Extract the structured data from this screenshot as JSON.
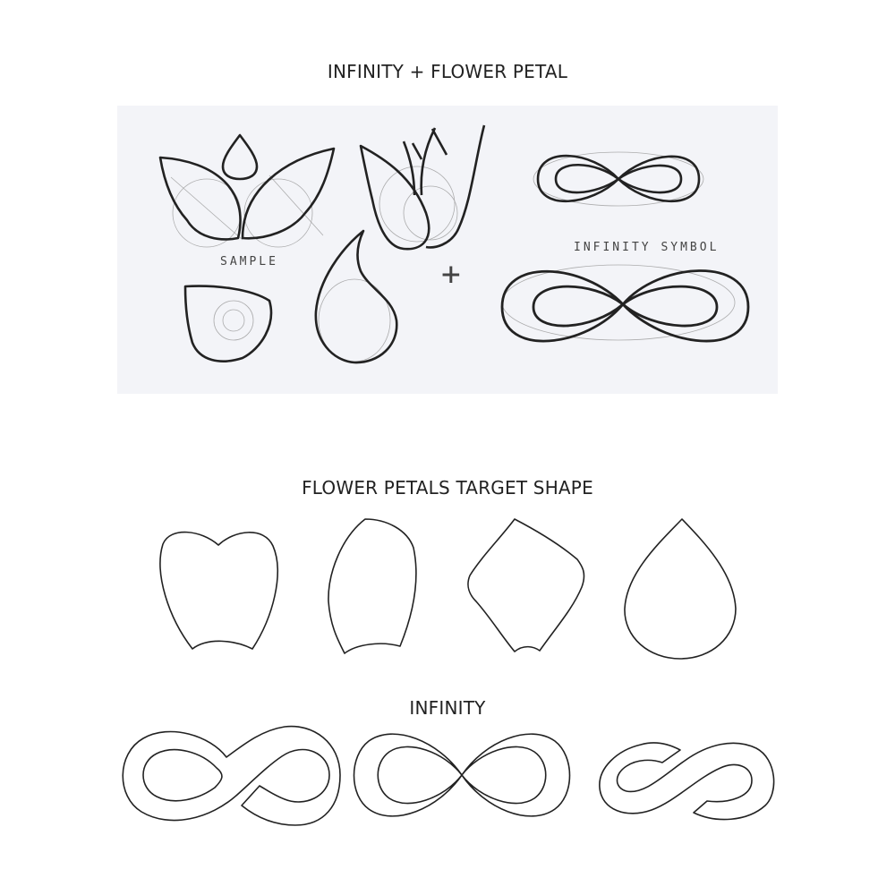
{
  "headings": {
    "top": "INFINITY + FLOWER PETAL",
    "middle": "FLOWER PETALS TARGET SHAPE",
    "bottom": "INFINITY"
  },
  "sketch": {
    "label_sample": "SAMPLE",
    "label_infinity": "INFINITY SYMBOL",
    "plus_sign": "+"
  },
  "colors": {
    "panel_background": "#f3f4f8",
    "ink": "#222222",
    "pencil": "#8a8a8a"
  }
}
